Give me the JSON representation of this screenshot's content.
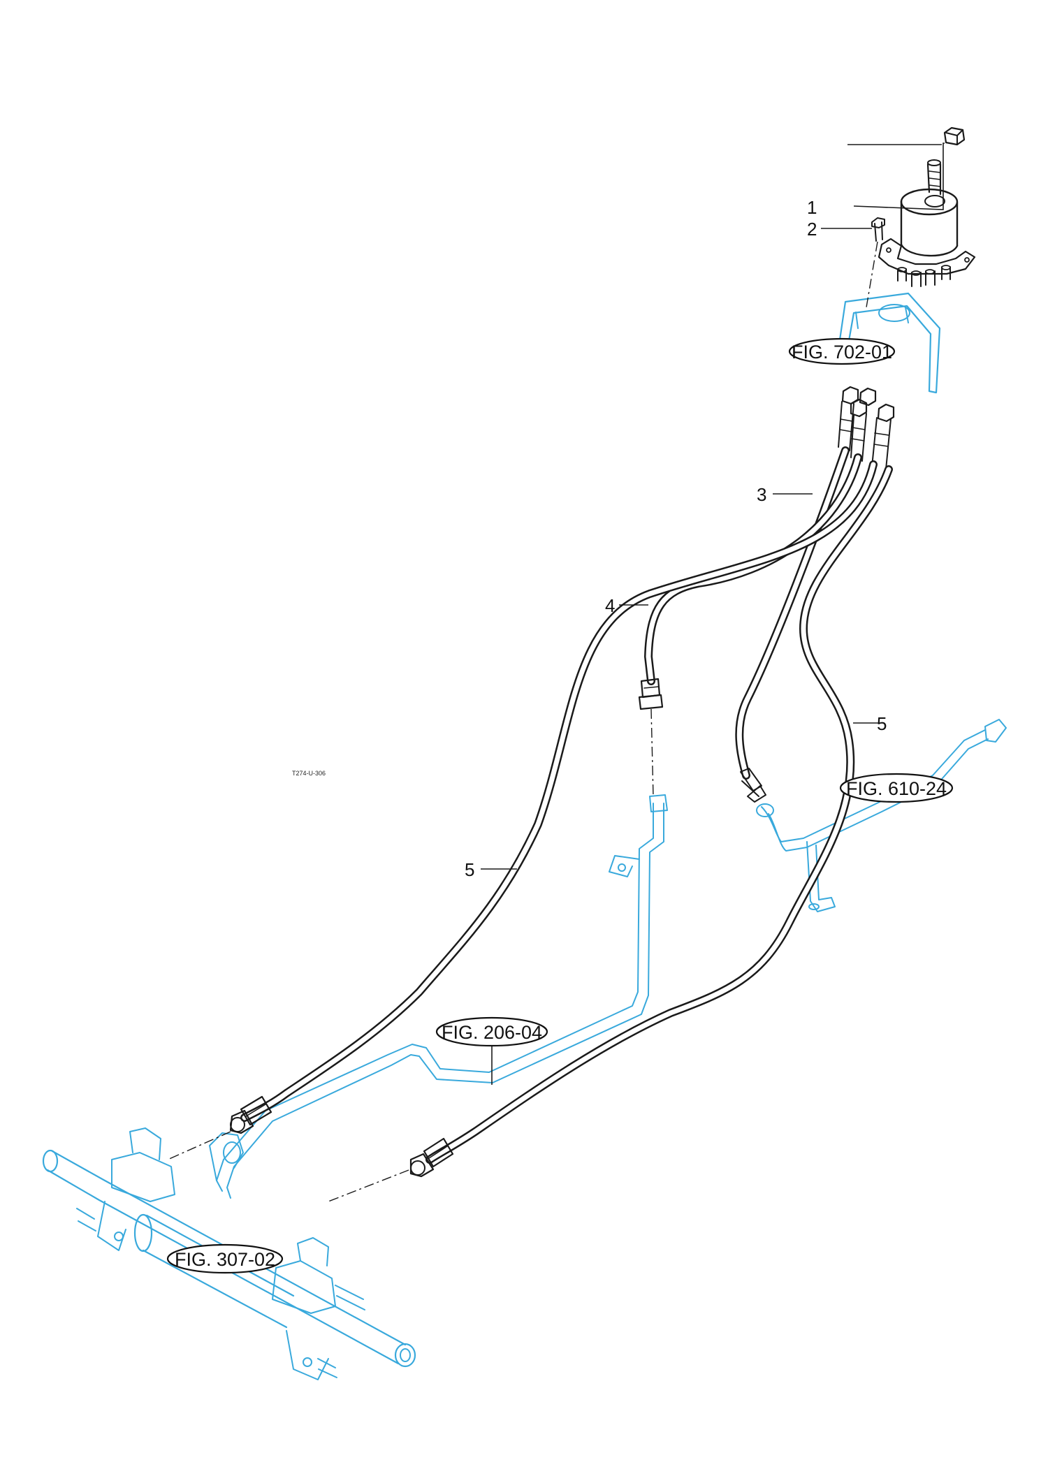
{
  "drawing_code": "T274-U-306",
  "callouts": [
    {
      "id": "c1",
      "label": "1"
    },
    {
      "id": "c2",
      "label": "2"
    },
    {
      "id": "c3",
      "label": "3"
    },
    {
      "id": "c4",
      "label": "4"
    },
    {
      "id": "c5a",
      "label": "5"
    },
    {
      "id": "c5b",
      "label": "5"
    }
  ],
  "figure_refs": [
    {
      "id": "f702",
      "label": "FIG. 702-01"
    },
    {
      "id": "f610",
      "label": "FIG. 610-24"
    },
    {
      "id": "f206",
      "label": "FIG. 206-04"
    },
    {
      "id": "f307",
      "label": "FIG. 307-02"
    }
  ],
  "colors": {
    "part_line": "#1a1a1a",
    "reference_line": "#39a9dc",
    "background": "#ffffff"
  }
}
